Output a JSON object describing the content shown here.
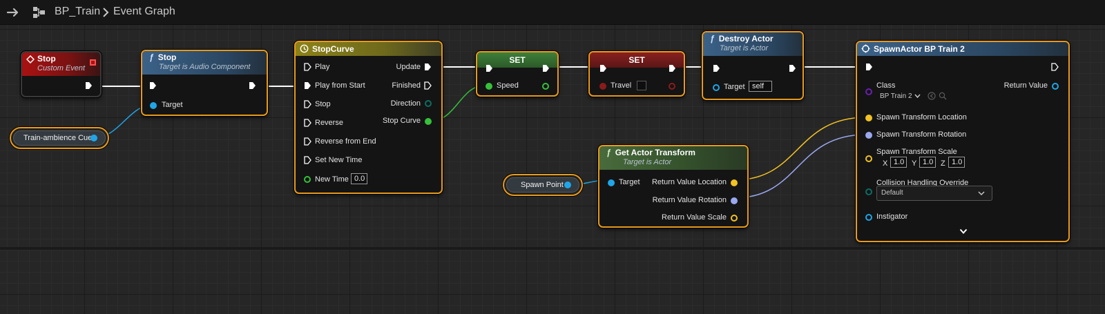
{
  "breadcrumb": {
    "blueprint": "BP_Train",
    "graph": "Event Graph"
  },
  "nodes": {
    "stop_event": {
      "title": "Stop",
      "subtitle": "Custom Event"
    },
    "stop_audio": {
      "title": "Stop",
      "subtitle": "Target is Audio Component",
      "target_label": "Target"
    },
    "train_cue": {
      "label": "Train-ambience Cue"
    },
    "stop_curve": {
      "title": "StopCurve",
      "inputs": [
        "Play",
        "Play from Start",
        "Stop",
        "Reverse",
        "Reverse from End",
        "Set New Time"
      ],
      "new_time_label": "New Time",
      "new_time_value": "0.0",
      "outputs": [
        "Update",
        "Finished",
        "Direction",
        "Stop Curve"
      ]
    },
    "set_speed": {
      "title": "SET",
      "pin_label": "Speed"
    },
    "set_travel": {
      "title": "SET",
      "pin_label": "Travel"
    },
    "destroy_actor": {
      "title": "Destroy Actor",
      "subtitle": "Target is Actor",
      "target_label": "Target",
      "target_value": "self"
    },
    "spawn_point": {
      "label": "Spawn Point"
    },
    "get_actor_transform": {
      "title": "Get Actor Transform",
      "subtitle": "Target is Actor",
      "target_label": "Target",
      "outputs": [
        "Return Value Location",
        "Return Value Rotation",
        "Return Value Scale"
      ]
    },
    "spawn_actor": {
      "title": "SpawnActor BP Train 2",
      "class_label": "Class",
      "class_value": "BP Train 2",
      "return_value_label": "Return Value",
      "location_label": "Spawn Transform Location",
      "rotation_label": "Spawn Transform Rotation",
      "scale_label": "Spawn Transform Scale",
      "scale_x_label": "X",
      "scale_x": "1.0",
      "scale_y_label": "Y",
      "scale_y": "1.0",
      "scale_z_label": "Z",
      "scale_z": "1.0",
      "collision_label": "Collision Handling Override",
      "collision_value": "Default",
      "instigator_label": "Instigator"
    }
  },
  "colors": {
    "selection_border": "#e89a1c",
    "exec_pin": "#ffffff",
    "object_pin": "#1fa6e8",
    "float_pin": "#35c13a",
    "bool_pin": "#8b1b1b",
    "vector_pin": "#f2c224",
    "rotator_pin": "#9aa8f0",
    "class_pin": "#6a1fb0",
    "enum_pin": "#0b6e63"
  }
}
